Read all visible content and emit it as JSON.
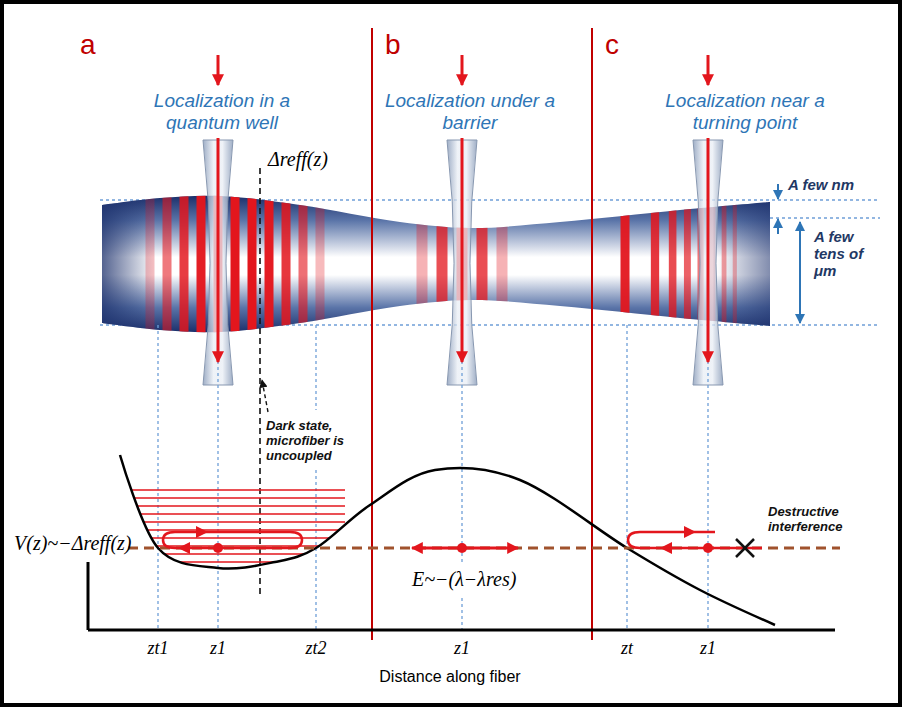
{
  "diagram": {
    "labels": [
      "a",
      "b",
      "c",
      "Localization in a quantum well",
      "Localization under a barrier",
      "Localization near a turning point",
      "A few nm",
      "A few tens of μm",
      "Δreff(z)",
      "Dark state, microfiber is uncoupled",
      "V(z)~−Δreff(z)",
      "E~−(λ−λres)",
      "Destructive interference",
      "zt1",
      "z1",
      "zt2",
      "z1",
      "zt",
      "z1",
      "Distance along fiber"
    ]
  }
}
